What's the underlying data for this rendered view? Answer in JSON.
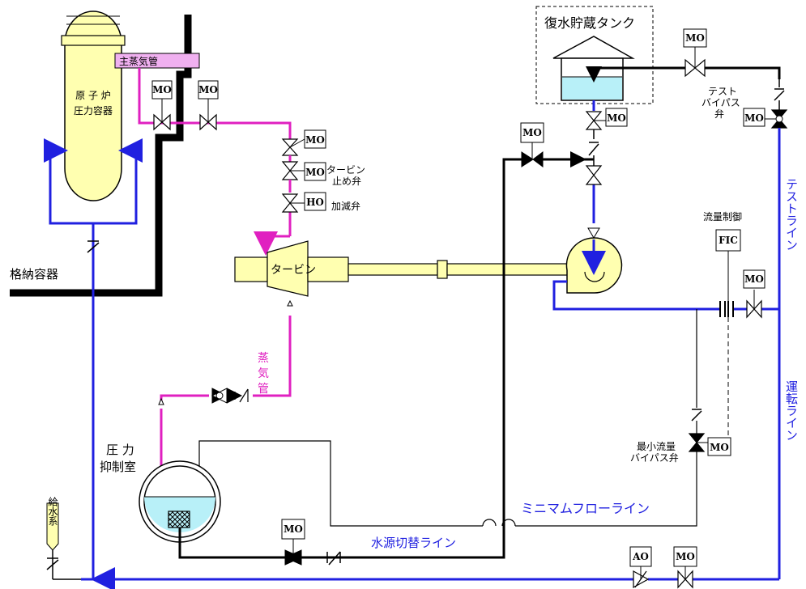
{
  "labels": {
    "rpv_line1": "原 子 炉",
    "rpv_line2": "圧力容器",
    "main_steam": "主蒸気管",
    "containment": "格納容器",
    "cst": "復水貯蔵タンク",
    "test_bypass_1": "テスト",
    "test_bypass_2": "バイパス",
    "test_bypass_3": "弁",
    "turbine_stop_1": "タービン",
    "turbine_stop_2": "止め弁",
    "governor": "加減弁",
    "turbine": "タービン",
    "steam_pipe_1": "蒸",
    "steam_pipe_2": "気",
    "steam_pipe_3": "管",
    "suppression_1": "圧 力",
    "suppression_2": "抑制室",
    "feedwater": "給水系",
    "source_switch": "水源切替ライン",
    "min_flow_line": "ミニマムフローライン",
    "min_flow_bypass_1": "最小流量",
    "min_flow_bypass_2": "バイパス弁",
    "flow_control": "流量制御",
    "test_line": "テストライン",
    "run_line": "運転ライン"
  },
  "tags": {
    "mo": "MO",
    "ho": "HO",
    "ao": "AO",
    "fic": "FIC"
  },
  "colors": {
    "steam": "#e020c0",
    "water": "#2020e0",
    "black": "#000000",
    "vessel_fill": "#ffffb0",
    "turbine_fill": "#ffffb0",
    "steam_band": "#f0b0f0",
    "pool_water": "#b8f0f8"
  }
}
